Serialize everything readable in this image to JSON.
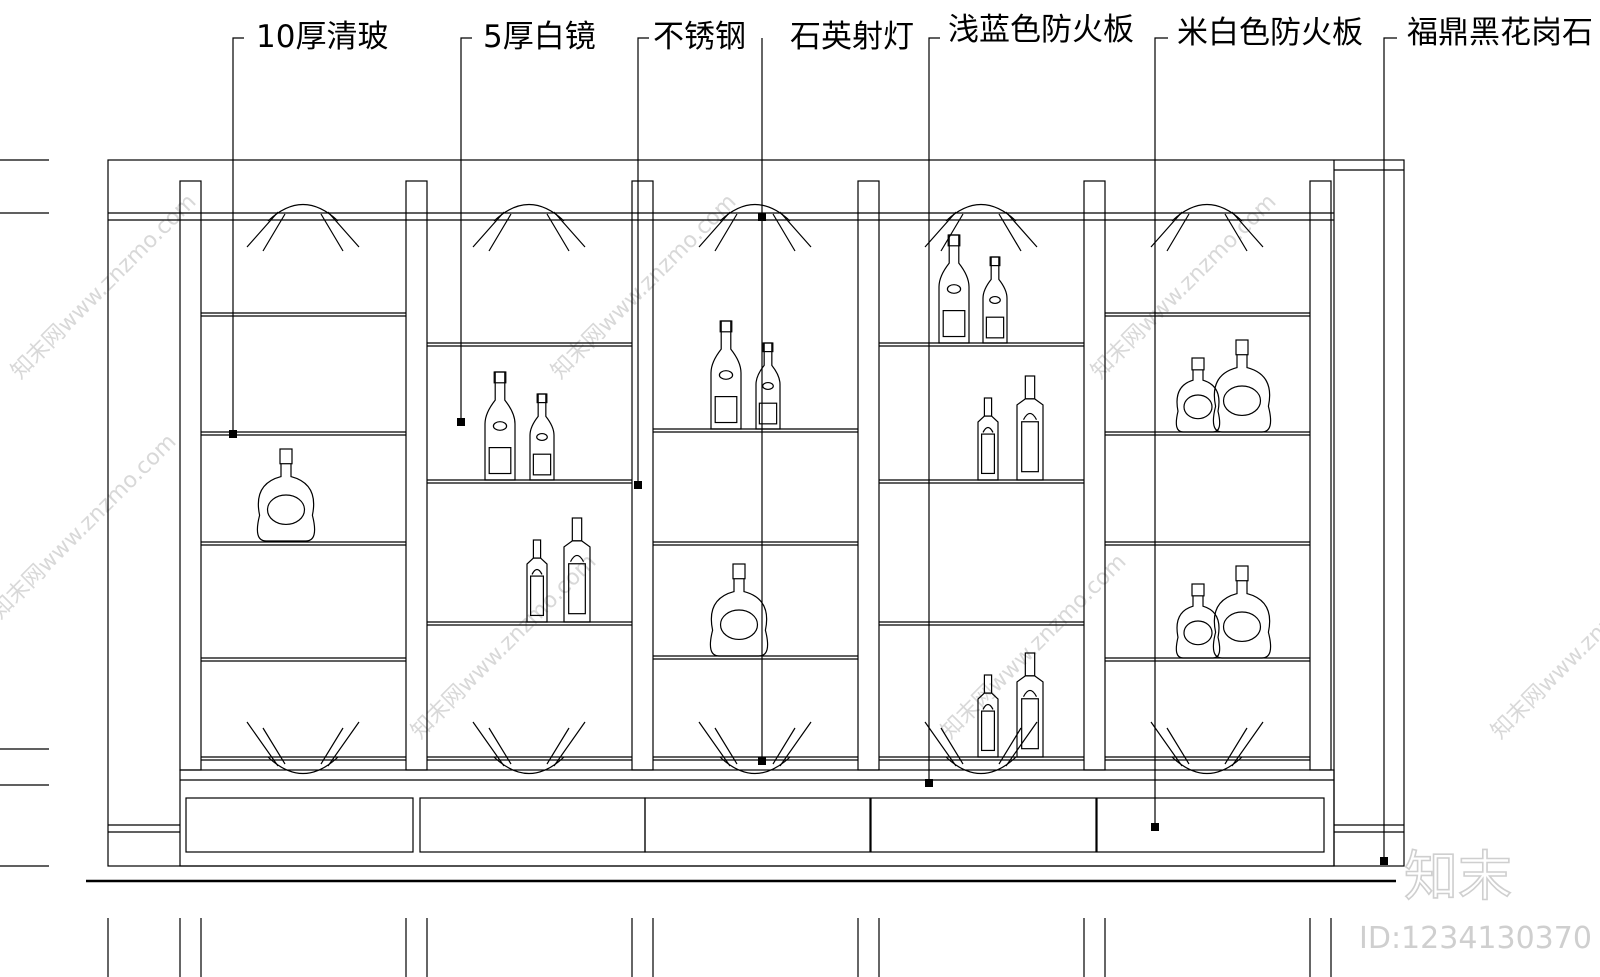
{
  "callouts": [
    {
      "label": "10厚清玻"
    },
    {
      "label": "5厚白镜"
    },
    {
      "label": "不锈钢"
    },
    {
      "label": "石英射灯"
    },
    {
      "label": "浅蓝色防火板"
    },
    {
      "label": "米白色防火板"
    },
    {
      "label": "福鼎黑花岗石"
    }
  ],
  "watermark": {
    "site": "知末网www.znzmo.com",
    "brand": "知末",
    "id_text": "ID:1234130370"
  }
}
